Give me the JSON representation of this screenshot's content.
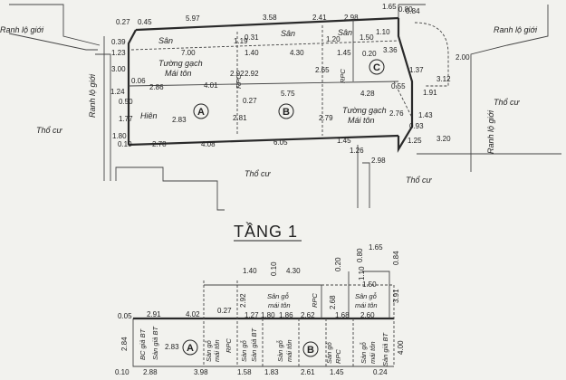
{
  "title": "TẦNG 1",
  "labels": {
    "ranh_lo_gioi": "Ranh lộ giới",
    "tho_cu": "Thổ cư",
    "san": "Sân",
    "tuong_gach_mai_ton": [
      "Tường gạch",
      "Mái tôn"
    ],
    "hien": "Hiên",
    "rpc": "RPC",
    "san_go_mai_ton": [
      "Sân gỗ",
      "mái tôn"
    ],
    "san_go_short": [
      "Sàn gỗ",
      "mái tôn"
    ],
    "san_gia_bt": "Sàn giả BT",
    "bc_gia_bt": "BC giả BT"
  },
  "markers": {
    "a": "A",
    "b": "B",
    "c": "C"
  },
  "dims_top": {
    "d597": "5.97",
    "d358": "3.58",
    "d241": "2.41",
    "d298a": "2.98",
    "d165": "1.65",
    "d084": "0.84",
    "d027": "0.27",
    "d045": "0.45",
    "d039": "0.39",
    "d123": "1.23",
    "d300": "3.00",
    "d124": "1.24",
    "d050": "0.50",
    "d177": "1.77",
    "d180": "1.80",
    "d010": "0.10",
    "d700": "7.00",
    "d119": "1.19",
    "d031": "0.31",
    "d140": "1.40",
    "d430": "4.30",
    "d120": "1.20",
    "d145": "1.45",
    "d150": "1.50",
    "d110": "1.10",
    "d080": "0.80",
    "d020": "0.20",
    "d292": "2.92",
    "d265": "2.65",
    "d336": "3.36",
    "d200": "2.00",
    "d137": "1.37",
    "d312": "3.12",
    "d191": "1.91",
    "d055": "0.55",
    "d006": "0.06",
    "d286": "2.86",
    "d401": "4.01",
    "d575": "5.75",
    "d428": "4.28",
    "d283": "2.83",
    "d281": "2.81",
    "d027b": "0.27",
    "d279": "2.79",
    "d276": "2.76",
    "d143": "1.43",
    "d093": "0.93",
    "d125": "1.25",
    "d320": "3.20",
    "d278": "2.78",
    "d408": "4.08",
    "d605": "6.05",
    "d145b": "1.45",
    "d126": "1.26",
    "d298b": "2.98"
  },
  "dims_bottom": {
    "d165": "1.65",
    "d080": "0.80",
    "d084": "0.84",
    "d020": "0.20",
    "d010": "0.10",
    "d140": "1.40",
    "d430": "4.30",
    "d150": "1.50",
    "d110": "1.10",
    "d391": "3.91",
    "d292": "2.92",
    "d268": "2.68",
    "d005": "0.05",
    "d291": "2.91",
    "d402": "4.02",
    "d027": "0.27",
    "d127": "1.27",
    "d180": "1.80",
    "d186": "1.86",
    "d262": "2.62",
    "d168": "1.68",
    "d260": "2.60",
    "d284": "2.84",
    "d283": "2.83",
    "d400": "4.00",
    "d010b": "0.10",
    "d288": "2.88",
    "d398": "3.98",
    "d158": "1.58",
    "d183": "1.83",
    "d261": "2.61",
    "d145": "1.45",
    "d024": "0.24"
  }
}
